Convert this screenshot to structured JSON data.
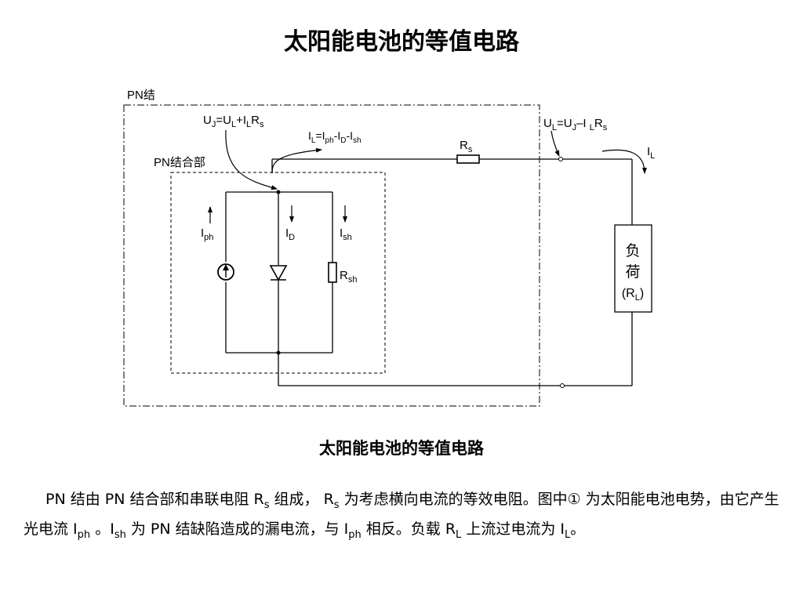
{
  "title": "太阳能电池的等值电路",
  "circuit": {
    "pn_junction_label": "PN结",
    "pn_junction_part_label": "PN结合部",
    "uj_eq": {
      "a": "U",
      "a_sub": "J",
      "b": "=U",
      "b_sub": "L",
      "c": "+I",
      "c_sub": "L",
      "d": "R",
      "d_sub": "s"
    },
    "il_eq": {
      "a": "I",
      "a_sub": "L",
      "b": "=I",
      "b_sub": "ph",
      "c": "-I",
      "c_sub": "D",
      "d": "-I",
      "d_sub": "sh"
    },
    "ul_eq": {
      "a": "U",
      "a_sub": "L",
      "b": "=U",
      "b_sub": "J",
      "c": "–I ",
      "c_sub": "L",
      "d": "R",
      "d_sub": "s"
    },
    "rs": {
      "main": "R",
      "sub": "s"
    },
    "il": {
      "main": "I",
      "sub": "L"
    },
    "iph": {
      "main": "I",
      "sub": "ph"
    },
    "id": {
      "main": "I",
      "sub": "D"
    },
    "ish": {
      "main": "I",
      "sub": "sh"
    },
    "rsh": {
      "main": "R",
      "sub": "sh"
    },
    "load": {
      "line1": "负",
      "line2": "荷",
      "line3_open": "(R",
      "line3_sub": "L",
      "line3_close": ")"
    }
  },
  "caption": "太阳能电池的等值电路",
  "description": {
    "p1": "PN 结由 PN 结合部和串联电阻 R",
    "p1_sub": "s",
    "p2": " 组成，  R",
    "p2_sub": "s",
    "p3": " 为考虑横向电流的等效电阻。图中",
    "symbol": "①",
    "p4": " 为太阳能电池电势，由它产生光电流 I",
    "p4_sub": "ph",
    "p5": " 。I",
    "p5_sub": "sh",
    "p6": " 为 PN 结缺陷造成的漏电流，与 I",
    "p6_sub": "ph",
    "p7": " 相反。负载 R",
    "p7_sub": "L",
    "p8": " 上流过电流为 I",
    "p8_sub": "L",
    "p9": "。"
  }
}
